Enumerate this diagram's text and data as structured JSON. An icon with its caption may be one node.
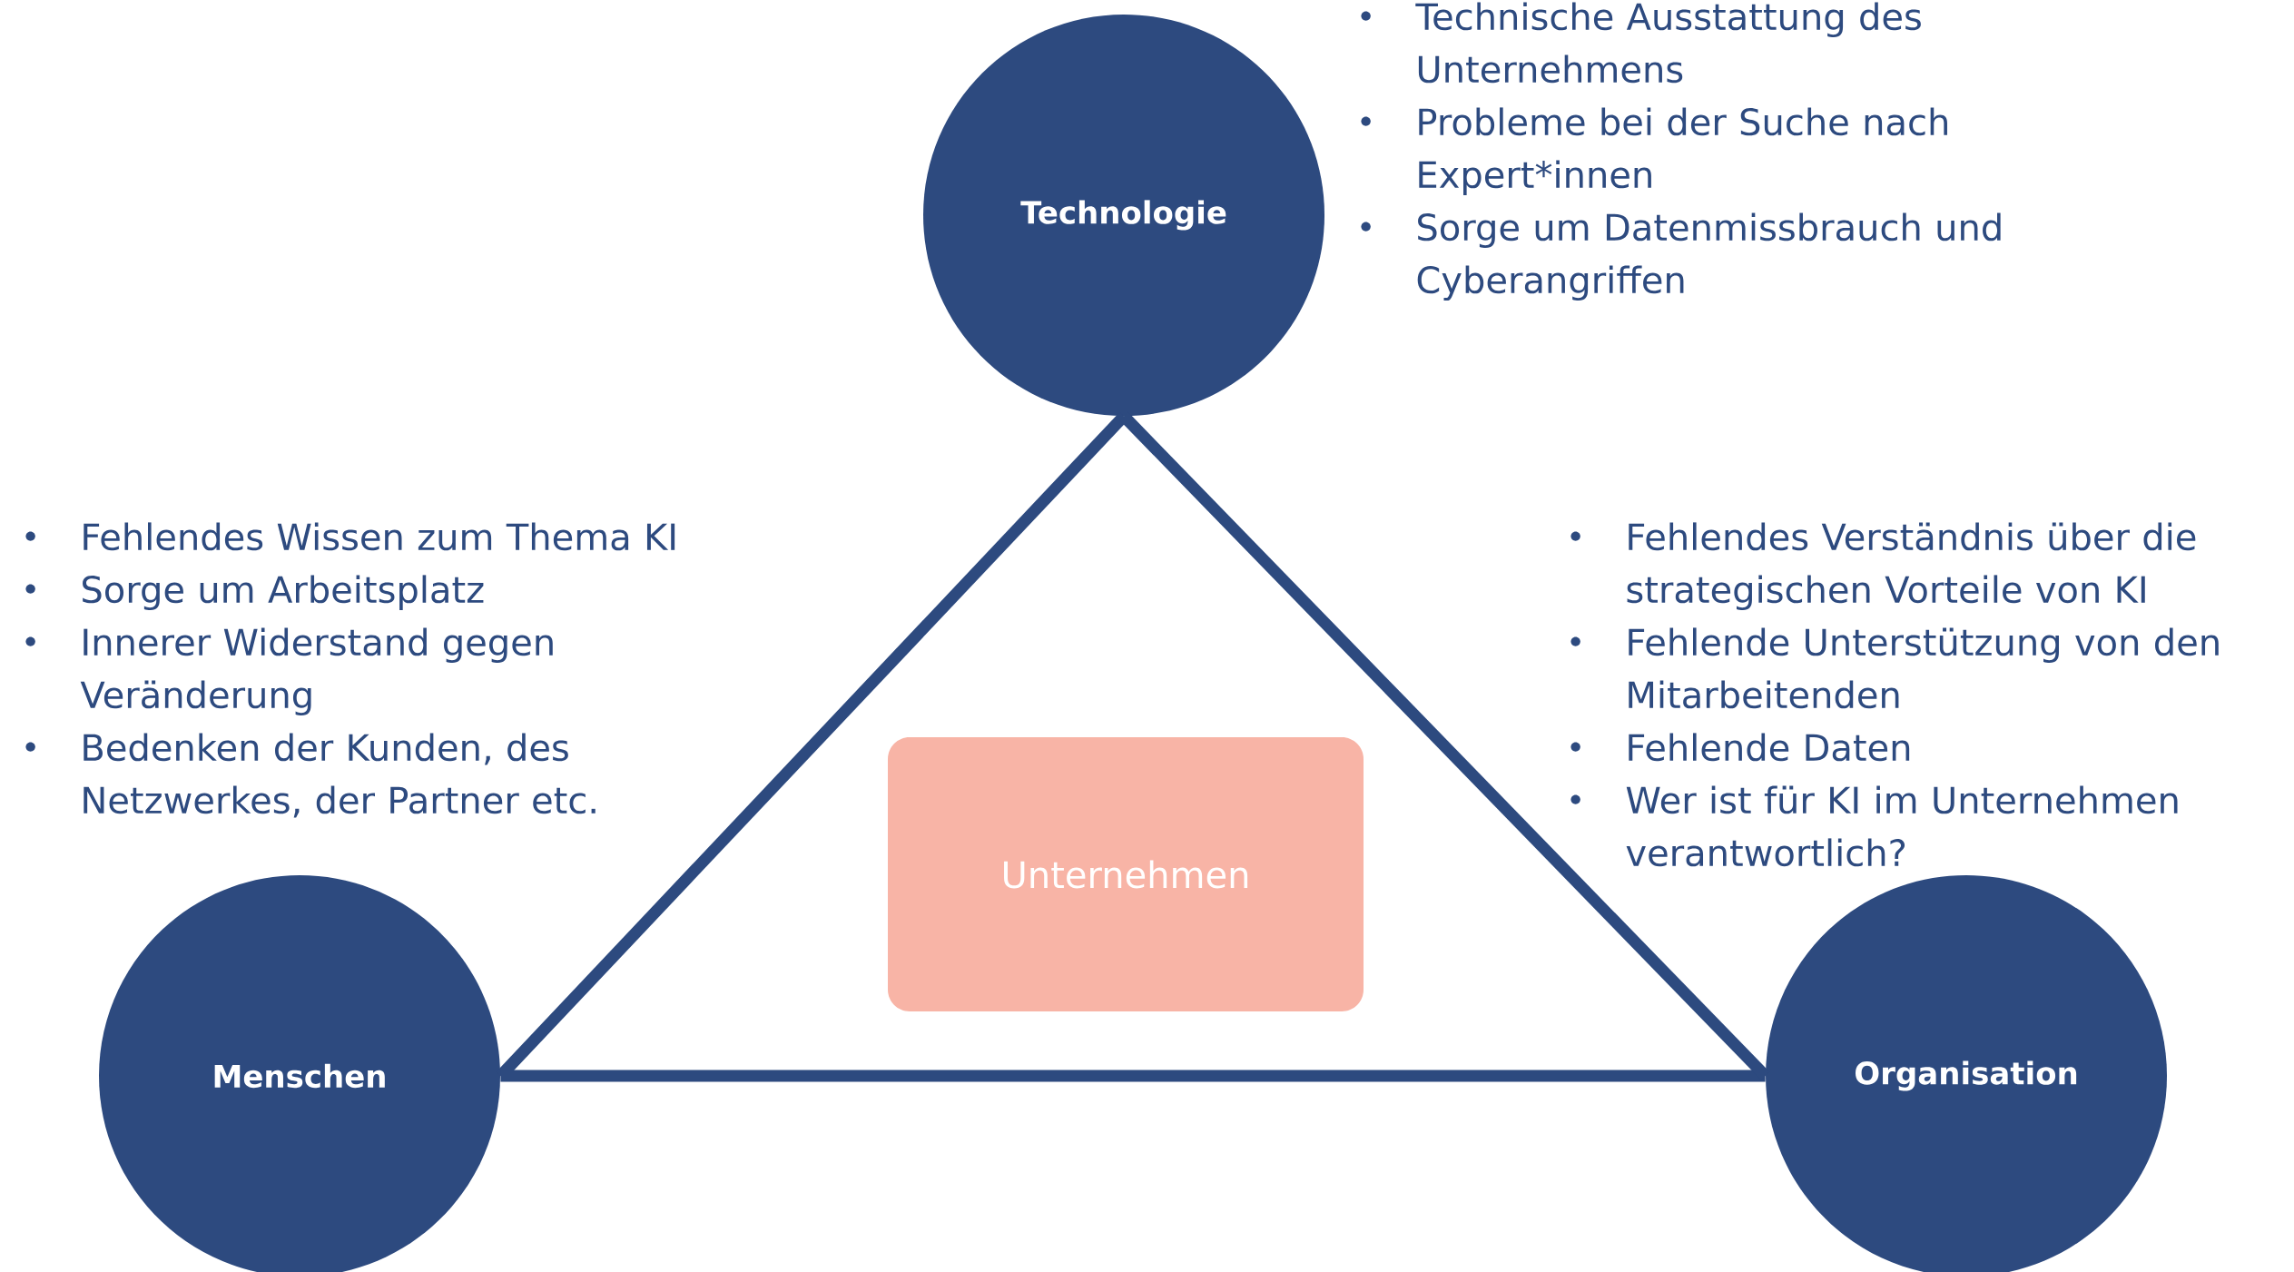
{
  "diagram": {
    "nodes": [
      {
        "text": [
          "Technologie"
        ],
        "beside": [
          "Technische Ausstattung des Unternehmens",
          "Probleme bei der Suche nach Expert*innen",
          "Sorge um Datenmissbrauch und Cyberangriffen"
        ]
      },
      {
        "text": [
          "Menschen"
        ],
        "beside": [
          "Fehlendes Wissen zum Thema KI",
          "Sorge um Arbeitsplatz",
          "Innerer Widerstand gegen Veränderung",
          "Bedenken der Kunden, des Netzwerkes, der Partner etc."
        ]
      },
      {
        "text": [
          "Organisation"
        ],
        "beside": [
          "Fehlendes Verständnis über die strategischen Vorteile von KI",
          "Fehlende Unterstützung von den Mitarbeitenden",
          "Fehlende Daten",
          "Wer ist für KI im Unternehmen verantwortlich?"
        ]
      },
      {
        "text": [
          "Unternehmen"
        ]
      }
    ],
    "edges": [
      {
        "from": 0,
        "to": 1,
        "arrow": "none"
      },
      {
        "from": 1,
        "to": 2,
        "arrow": "none"
      },
      {
        "from": 2,
        "to": 0,
        "arrow": "none"
      }
    ]
  }
}
